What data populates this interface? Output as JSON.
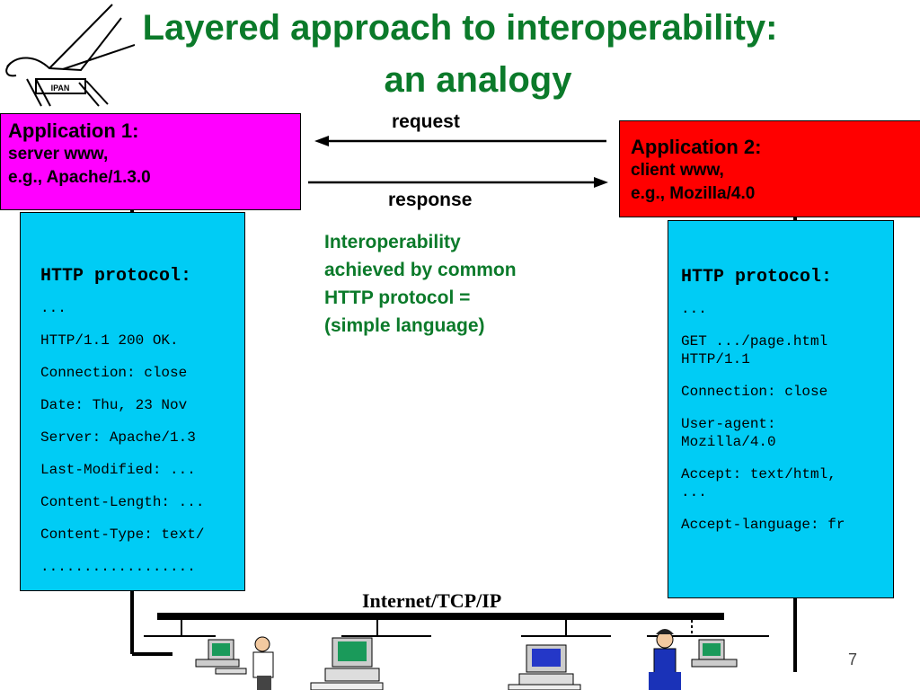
{
  "title": {
    "line1": "Layered approach to interoperability:",
    "line2": "an analogy"
  },
  "logo": {
    "text": "IPAN"
  },
  "app1": {
    "title": "Application 1:",
    "line2": "server www,",
    "line3": "e.g., Apache/1.3.0",
    "color": "#ff00ff"
  },
  "app2": {
    "title": "Application 2:",
    "line2": "client www,",
    "line3": "e.g., Mozilla/4.0",
    "color": "#ff0000"
  },
  "arrows": {
    "request": "request",
    "response": "response"
  },
  "note": [
    "Interoperability",
    "achieved by common",
    "HTTP protocol =",
    "(simple language)"
  ],
  "proto1": {
    "header": "HTTP protocol:",
    "lines": [
      "...",
      "HTTP/1.1 200 OK.",
      "Connection: close",
      "Date: Thu, 23 Nov",
      "Server: Apache/1.3",
      "Last-Modified: ...",
      "Content-Length: ...",
      "Content-Type: text/",
      ".................."
    ]
  },
  "proto2": {
    "header": "HTTP protocol:",
    "lines": [
      "...",
      "GET .../page.html\nHTTP/1.1",
      "Connection: close",
      "User-agent:\nMozilla/4.0",
      "Accept: text/html,\n...",
      "Accept-language: fr"
    ]
  },
  "protocol_color": "#00ccf5",
  "network": {
    "label": "Internet/TCP/IP"
  },
  "page_number": "7"
}
